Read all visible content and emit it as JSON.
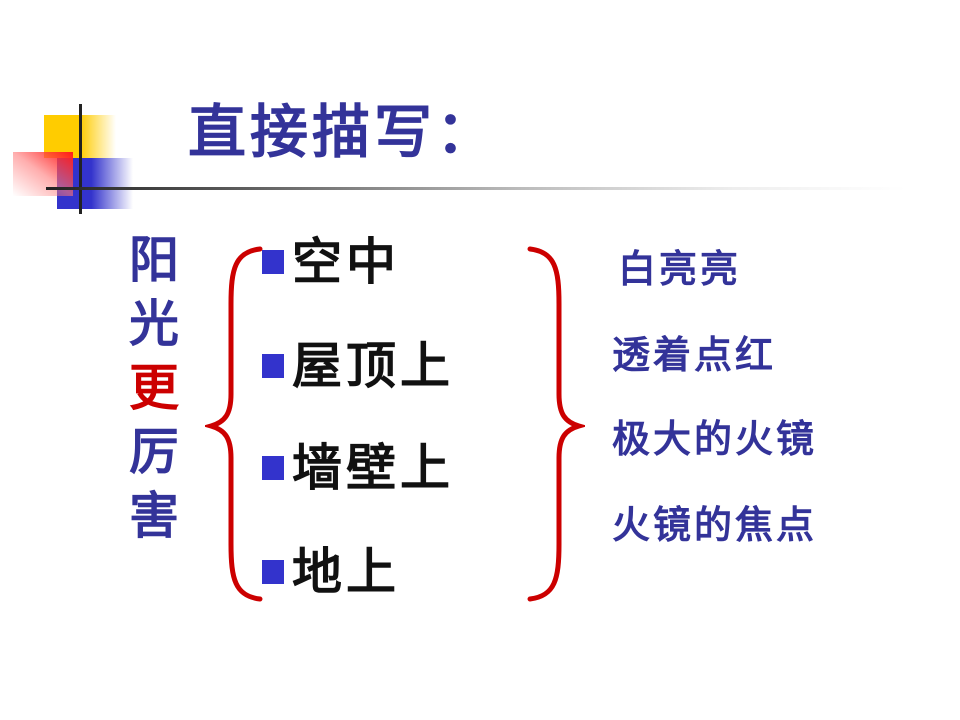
{
  "slide": {
    "title": "直接描写：",
    "subject_chars": [
      {
        "char": "阳",
        "color": "#333399"
      },
      {
        "char": "光",
        "color": "#333399"
      },
      {
        "char": "更",
        "color": "#cc0000"
      },
      {
        "char": "厉",
        "color": "#333399"
      },
      {
        "char": "害",
        "color": "#333399"
      }
    ],
    "locations": [
      {
        "label": "空中"
      },
      {
        "label": "屋顶上"
      },
      {
        "label": "墙壁上"
      },
      {
        "label": "地上"
      }
    ],
    "descriptions": [
      {
        "label": "白亮亮"
      },
      {
        "label": "透着点红"
      },
      {
        "label": "极大的火镜"
      },
      {
        "label": "火镜的焦点"
      }
    ],
    "colors": {
      "title": "#333399",
      "accent_red": "#cc0000",
      "bullet": "#3333cc",
      "brace": "#cc0000",
      "deco_yellow": "#ffcc00",
      "deco_blue": "#3333cc",
      "deco_red": "#ff1a1a"
    },
    "icons": {
      "bullet": "square-bullet-icon",
      "left_brace": "left-curly-brace",
      "right_brace": "right-curly-brace"
    }
  }
}
